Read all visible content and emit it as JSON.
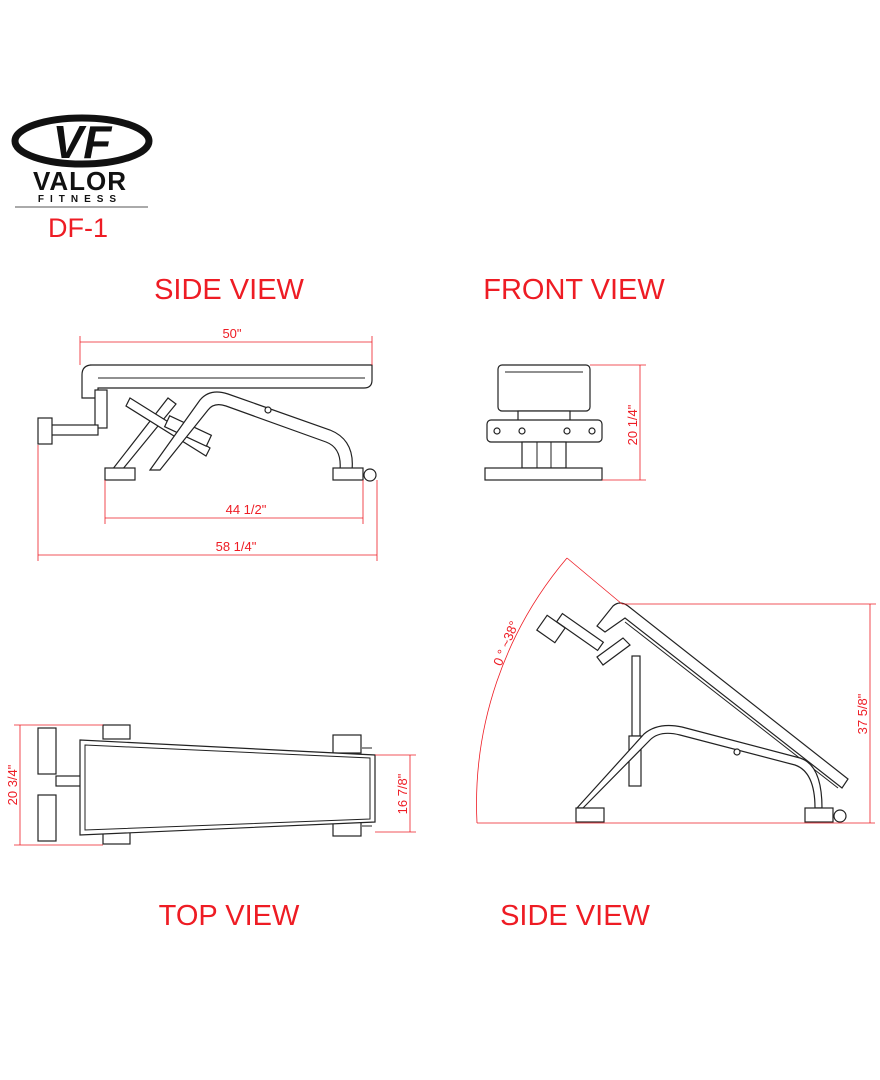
{
  "logo": {
    "monogram": "VF",
    "brand": "VALOR",
    "sub": "FITNESS"
  },
  "model": "DF-1",
  "colors": {
    "accent": "#ee1c24",
    "line": "#222222"
  },
  "views": {
    "side_top": {
      "title": "SIDE VIEW",
      "dims": {
        "pad_length": "50\"",
        "foot_span": "44 1/2\"",
        "overall_length": "58 1/4\""
      }
    },
    "front": {
      "title": "FRONT VIEW",
      "dims": {
        "height": "20 1/4\""
      }
    },
    "top": {
      "title": "TOP VIEW",
      "dims": {
        "width_rear": "20 3/4\"",
        "width_front": "16 7/8\""
      }
    },
    "side_incline": {
      "title": "SIDE VIEW",
      "dims": {
        "angle": "0 ° ~38°",
        "height": "37 5/8\""
      }
    }
  }
}
